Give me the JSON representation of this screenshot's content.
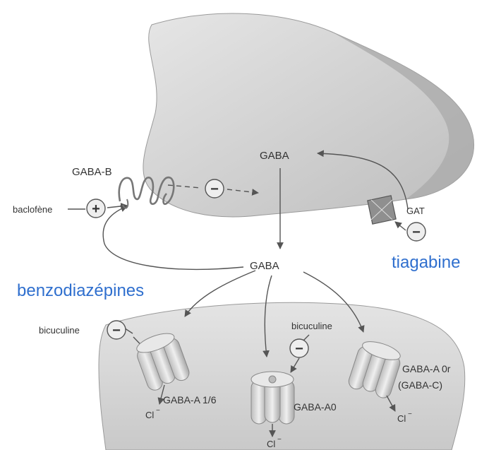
{
  "labels": {
    "gaba_top": "GABA",
    "gaba_mid": "GABA",
    "gaba_b": "GABA-B",
    "baclofene": "baclofène",
    "gat": "GAT",
    "tiagabine": "tiagabine",
    "benzodiazepines": "benzodiazépines",
    "bicuculine_left": "bicuculine",
    "bicuculine_center": "bicuculine",
    "gaba_a_16": "GABA-A 1/6",
    "gaba_a0": "GABA-A0",
    "gaba_a0r": "GABA-A 0r",
    "gaba_c": "(GABA-C)",
    "cl_left": "Cl",
    "cl_center": "Cl",
    "cl_right": "Cl"
  },
  "symbols": {
    "plus": "+",
    "minus": "−",
    "charge": "−"
  },
  "colors": {
    "accent_text": "#2f6fce",
    "neuron_fill": "#d9d9d9",
    "line": "#555555"
  }
}
